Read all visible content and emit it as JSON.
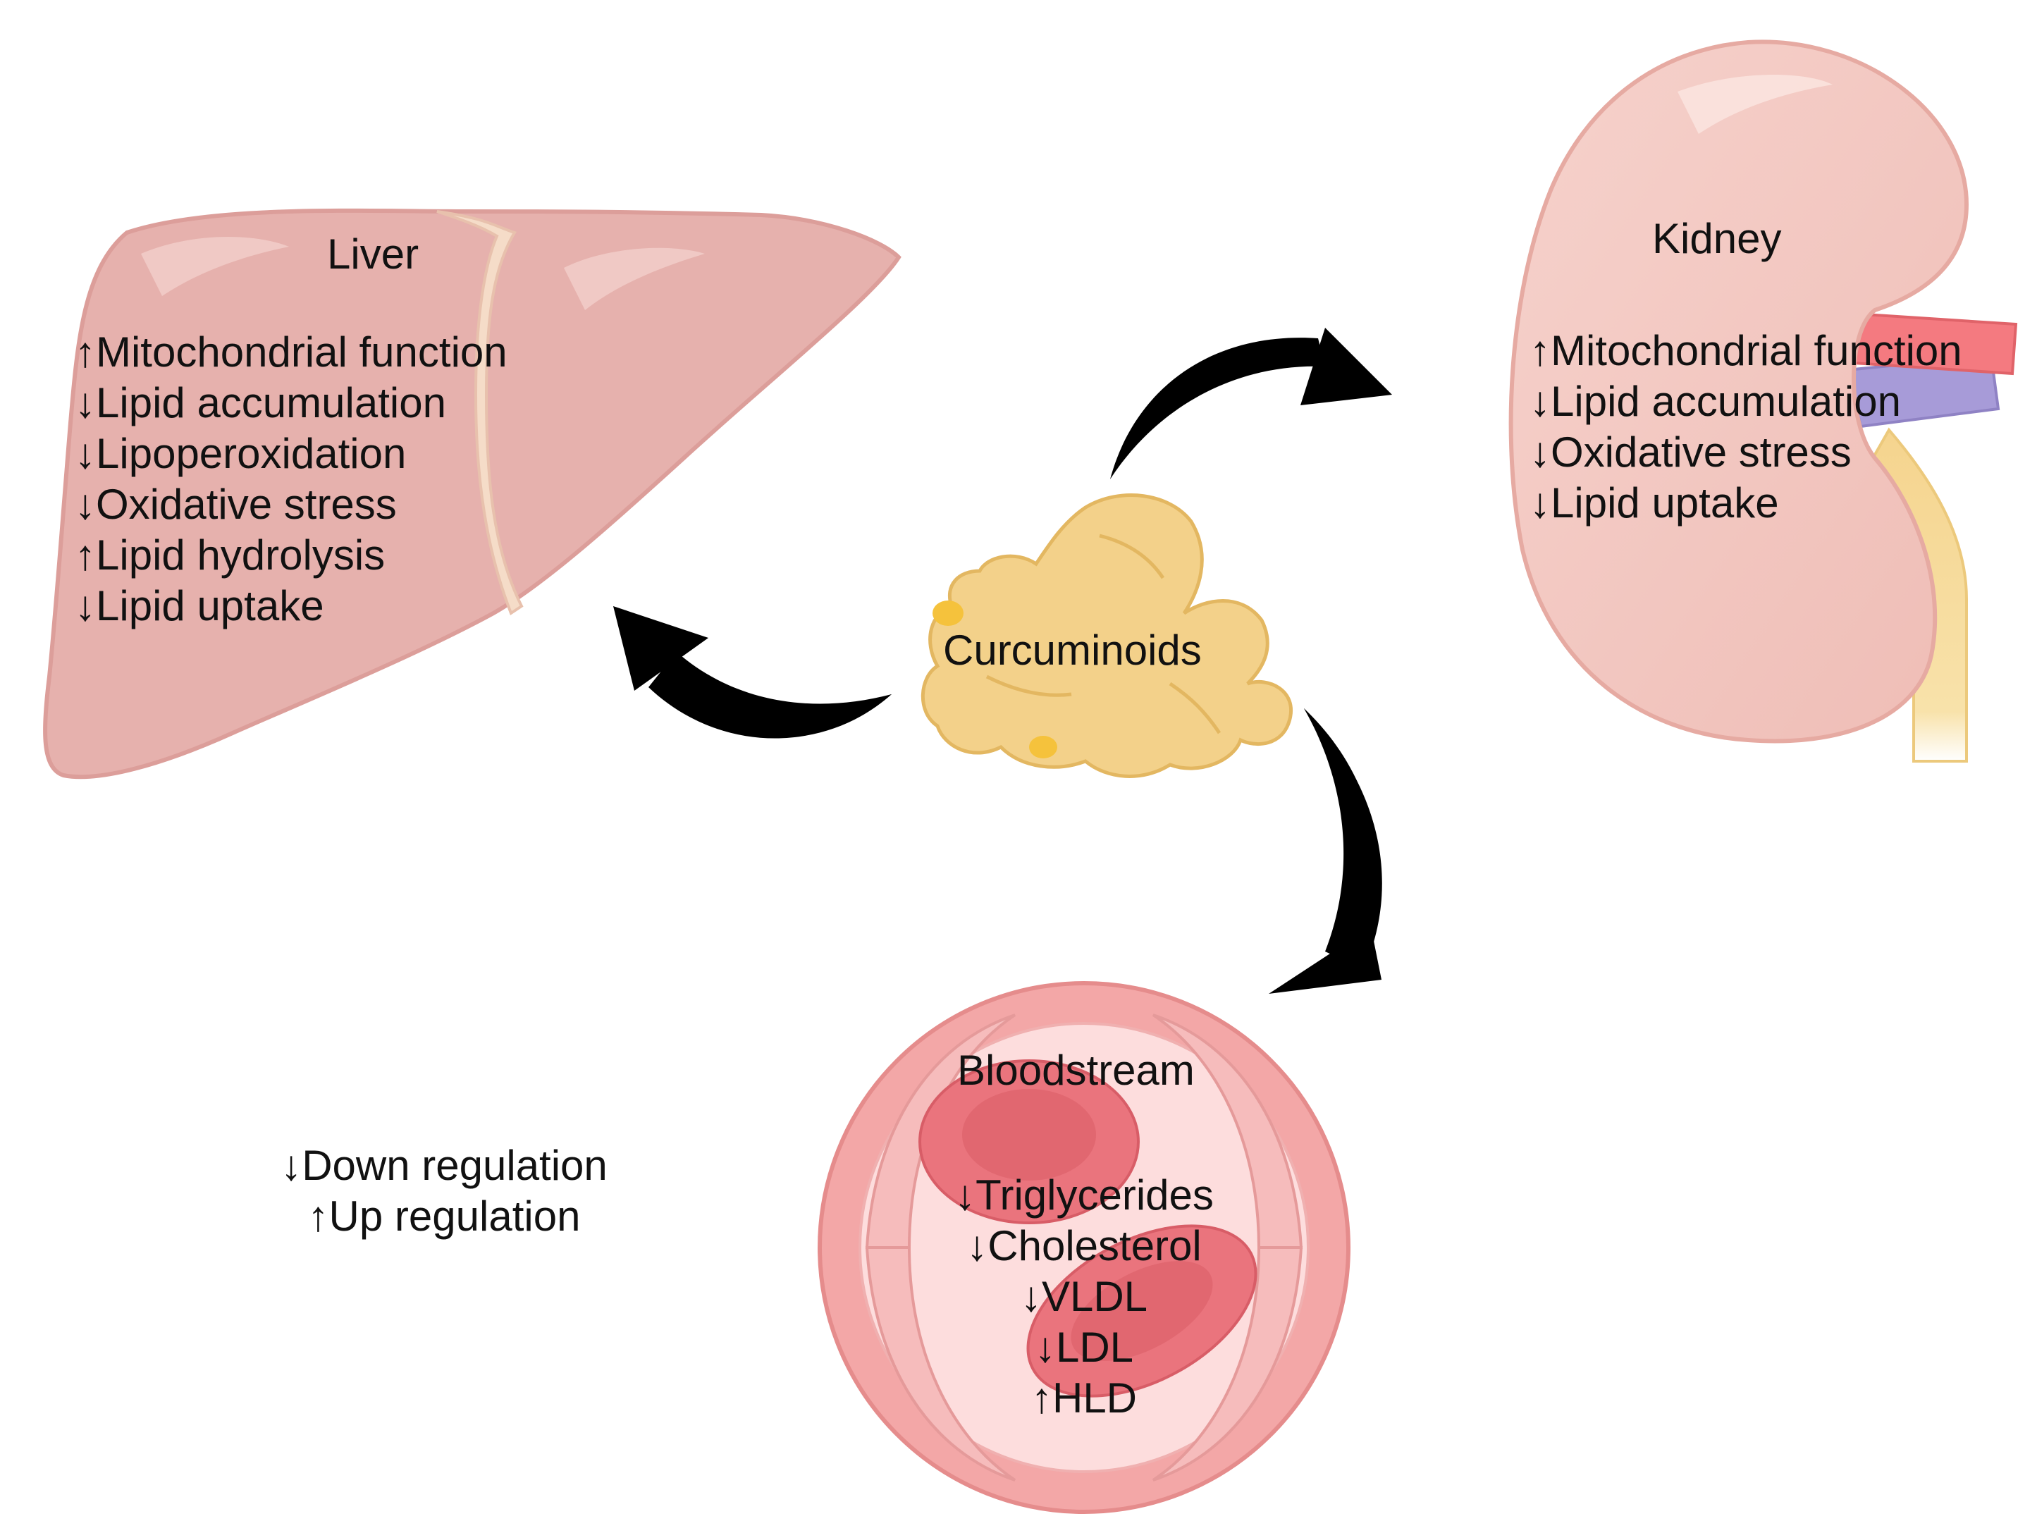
{
  "liver": {
    "title": "Liver",
    "effects": [
      "↑Mitochondrial function",
      "↓Lipid accumulation",
      "↓Lipoperoxidation",
      "↓Oxidative stress",
      "↑Lipid hydrolysis",
      "↓Lipid uptake"
    ]
  },
  "kidney": {
    "title": "Kidney",
    "effects": [
      "↑Mitochondrial function",
      "↓Lipid accumulation",
      "↓Oxidative stress",
      "↓Lipid uptake"
    ]
  },
  "center": {
    "label": "Curcuminoids"
  },
  "bloodstream": {
    "title": "Bloodstream",
    "effects": [
      "↓Triglycerides",
      "↓Cholesterol",
      "↓VLDL",
      "↓LDL",
      "↑HLD"
    ]
  },
  "legend": {
    "down": "↓Down regulation",
    "up": "↑Up regulation"
  },
  "colors": {
    "organ_pink": "#e8b4b0",
    "organ_outline": "#d89a96",
    "kidney_pink": "#f2c6bf",
    "vessel_ring": "#f0a3a3",
    "vessel_inner": "#fddcdc",
    "rbc": "#e9737c",
    "turmeric": "#f3d18a",
    "arrow": "#000000",
    "artery": "#f4797f",
    "vein": "#a89ad6",
    "ureter": "#f7dc9b"
  }
}
